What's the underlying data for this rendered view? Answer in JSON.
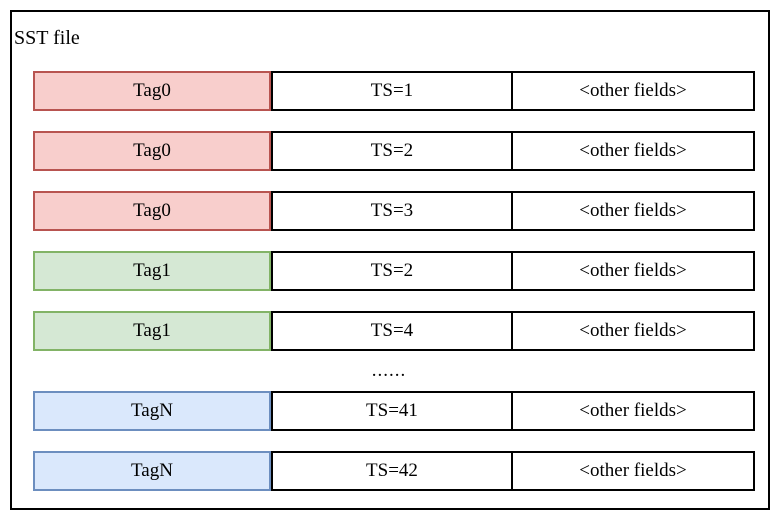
{
  "diagram": {
    "title": "SST file",
    "rows": [
      {
        "type": "record",
        "tag": "Tag0",
        "ts": "TS=1",
        "other": "<other fields>",
        "color": "red"
      },
      {
        "type": "record",
        "tag": "Tag0",
        "ts": "TS=2",
        "other": "<other fields>",
        "color": "red"
      },
      {
        "type": "record",
        "tag": "Tag0",
        "ts": "TS=3",
        "other": "<other fields>",
        "color": "red"
      },
      {
        "type": "record",
        "tag": "Tag1",
        "ts": "TS=2",
        "other": "<other fields>",
        "color": "green"
      },
      {
        "type": "record",
        "tag": "Tag1",
        "ts": "TS=4",
        "other": "<other fields>",
        "color": "green"
      },
      {
        "type": "ellipsis",
        "label": "......"
      },
      {
        "type": "record",
        "tag": "TagN",
        "ts": "TS=41",
        "other": "<other fields>",
        "color": "blue"
      },
      {
        "type": "record",
        "tag": "TagN",
        "ts": "TS=42",
        "other": "<other fields>",
        "color": "blue"
      }
    ],
    "colors": {
      "red": {
        "fill": "#F8CECC",
        "stroke": "#B85450"
      },
      "green": {
        "fill": "#D5E8D4",
        "stroke": "#82B366"
      },
      "blue": {
        "fill": "#DAE8FC",
        "stroke": "#6C8EBF"
      }
    },
    "outline_color": "#000000"
  }
}
